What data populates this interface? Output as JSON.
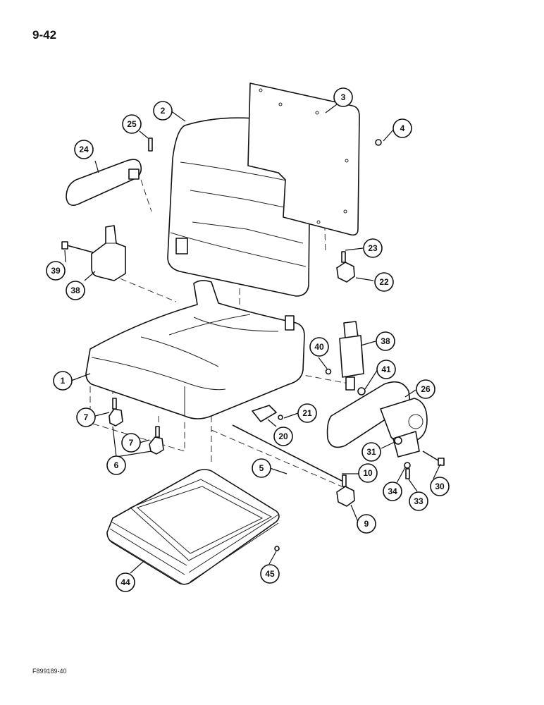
{
  "page": {
    "number": "9-42",
    "figure_code": "F899189-40"
  },
  "callouts": [
    {
      "id": "c1",
      "label": "1"
    },
    {
      "id": "c2",
      "label": "2"
    },
    {
      "id": "c3",
      "label": "3"
    },
    {
      "id": "c4",
      "label": "4"
    },
    {
      "id": "c5",
      "label": "5"
    },
    {
      "id": "c6",
      "label": "6"
    },
    {
      "id": "c7a",
      "label": "7"
    },
    {
      "id": "c7b",
      "label": "7"
    },
    {
      "id": "c9",
      "label": "9"
    },
    {
      "id": "c10",
      "label": "10"
    },
    {
      "id": "c20",
      "label": "20"
    },
    {
      "id": "c21",
      "label": "21"
    },
    {
      "id": "c22",
      "label": "22"
    },
    {
      "id": "c23",
      "label": "23"
    },
    {
      "id": "c24",
      "label": "24"
    },
    {
      "id": "c25",
      "label": "25"
    },
    {
      "id": "c26",
      "label": "26"
    },
    {
      "id": "c30",
      "label": "30"
    },
    {
      "id": "c31",
      "label": "31"
    },
    {
      "id": "c33",
      "label": "33"
    },
    {
      "id": "c34",
      "label": "34"
    },
    {
      "id": "c38a",
      "label": "38"
    },
    {
      "id": "c38b",
      "label": "38"
    },
    {
      "id": "c39",
      "label": "39"
    },
    {
      "id": "c40",
      "label": "40"
    },
    {
      "id": "c41",
      "label": "41"
    },
    {
      "id": "c44",
      "label": "44"
    },
    {
      "id": "c45",
      "label": "45"
    }
  ]
}
